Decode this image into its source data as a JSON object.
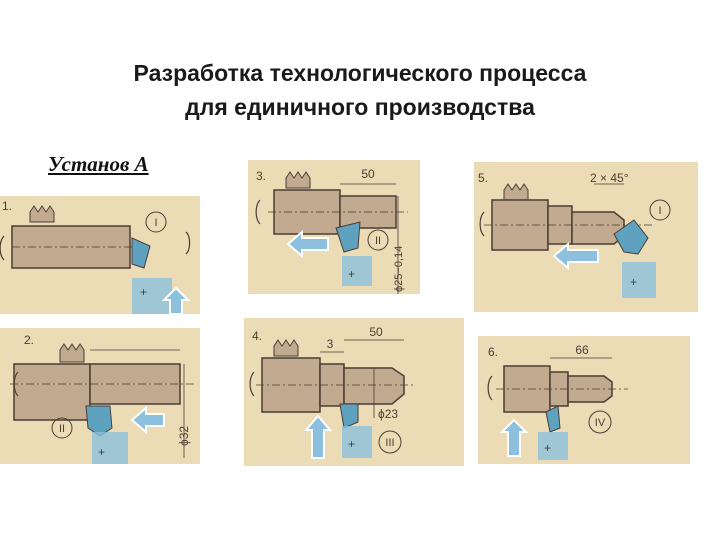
{
  "title": {
    "line1": "Разработка технологического процесса",
    "line2": "для единичного производства"
  },
  "setup_label": "Установ А",
  "colors": {
    "paper": "#ecdcb6",
    "metal": "#c2aa90",
    "metal_dark": "#6f5a4a",
    "tool_blue": "#5fa2c0",
    "arrow_blue": "#8cc0dc",
    "line": "#4a3d33"
  },
  "steps": [
    {
      "number": "1.",
      "tool": "I"
    },
    {
      "number": "2.",
      "tool": "II",
      "dim_diameter": "ϕ32"
    },
    {
      "number": "3.",
      "tool": "II",
      "dim_length": "50",
      "dim_diameter": "ϕ25−0,14"
    },
    {
      "number": "4.",
      "tool": "III",
      "dim_length_a": "3",
      "dim_length_b": "50",
      "dim_diameter": "ϕ23"
    },
    {
      "number": "5.",
      "tool": "I",
      "chamfer": "2 × 45°"
    },
    {
      "number": "6.",
      "tool": "IV",
      "dim_length": "66"
    }
  ]
}
